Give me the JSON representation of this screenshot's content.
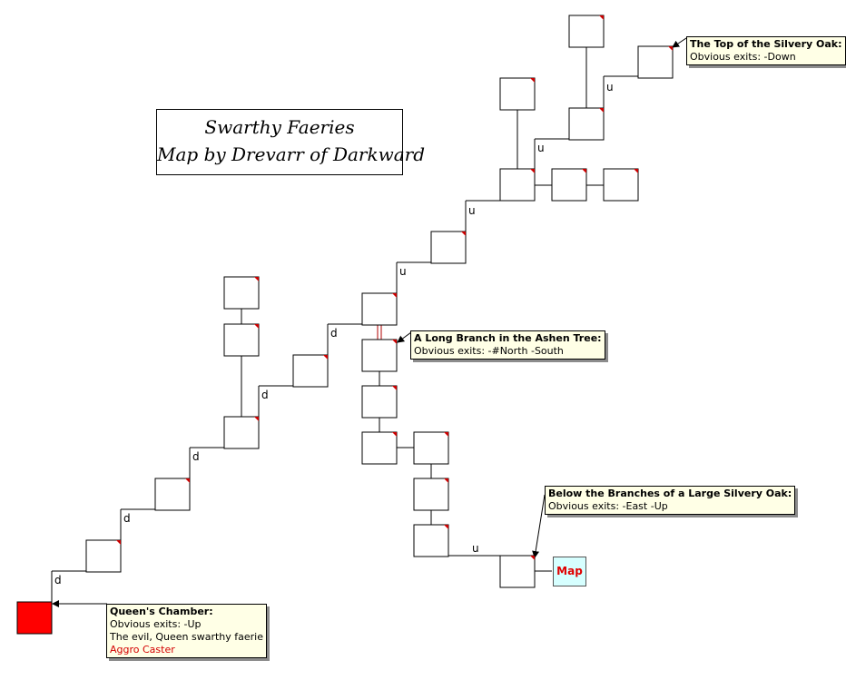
{
  "title": {
    "line1": "Swarthy Faeries",
    "line2": "Map by Drevarr of Darkward"
  },
  "exit_labels": {
    "u1": "u",
    "u2": "u",
    "u3": "u",
    "u4": "u",
    "u5": "u",
    "d1": "d",
    "d2": "d",
    "d3": "d",
    "d4": "d",
    "d5": "d"
  },
  "notes": {
    "top_oak": {
      "title": "The Top of the Silvery Oak:",
      "exits": "Obvious exits: -Down"
    },
    "long_branch": {
      "title": "A Long Branch in the Ashen Tree:",
      "exits": "Obvious exits: -#North -South"
    },
    "below_branches": {
      "title": "Below the Branches of a Large Silvery Oak:",
      "exits": "Obvious exits: -East -Up"
    },
    "queens_chamber": {
      "title": "Queen's Chamber:",
      "exits": "Obvious exits: -Up",
      "mob": "The evil, Queen swarthy faerie",
      "tag": "Aggro Caster"
    }
  },
  "map_link": {
    "label": "Map"
  },
  "colors": {
    "room_border": "#000000",
    "room_fill": "#ffffff",
    "corner_marker": "#cc0000",
    "special_room": "#ff0000",
    "note_background": "#ffffe6",
    "map_link_background": "#d6ffff",
    "map_link_text": "#e00000",
    "aggro_text": "#d40000"
  }
}
